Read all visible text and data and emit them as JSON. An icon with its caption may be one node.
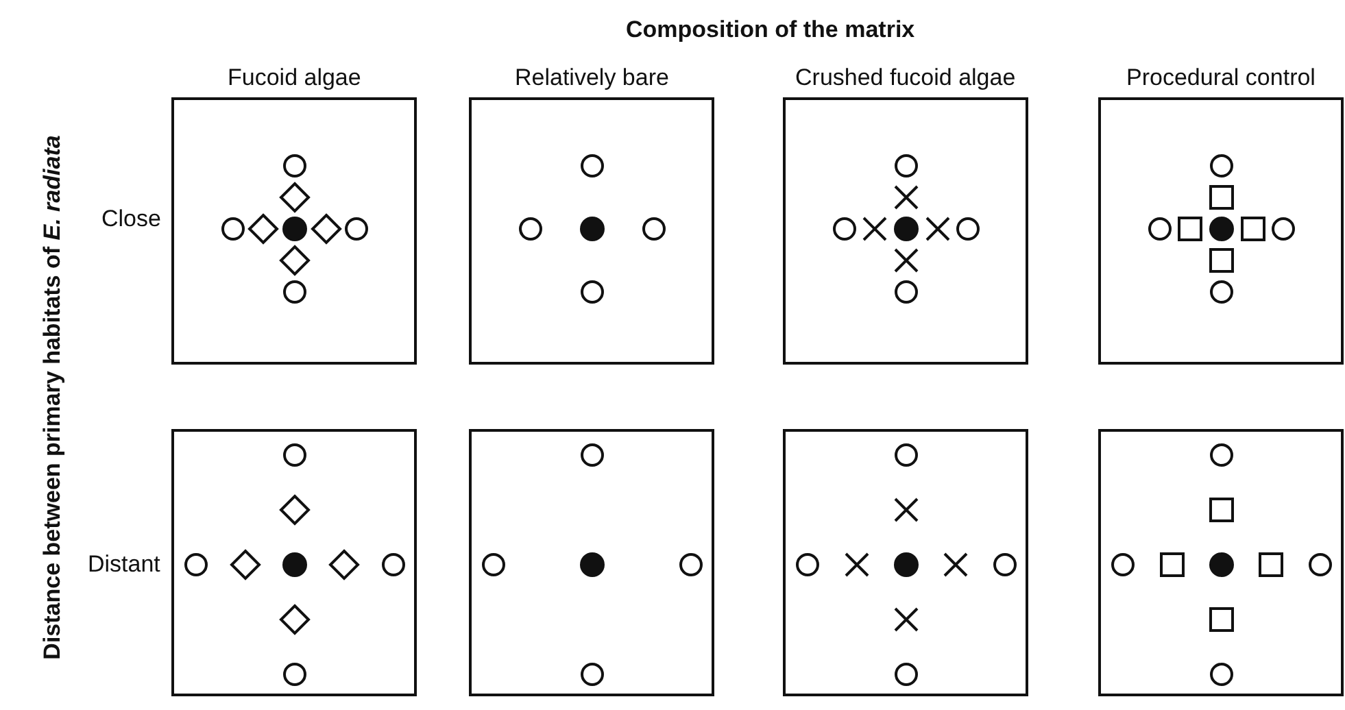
{
  "diagram": {
    "title": "Composition of the matrix",
    "labels": [
      "Fucoid algae",
      "Relatively bare",
      "Crushed fucoid algae",
      "Procedural control",
      "Close",
      "Distant",
      "Distance between primary habitats of *E. radiata*"
    ]
  }
}
